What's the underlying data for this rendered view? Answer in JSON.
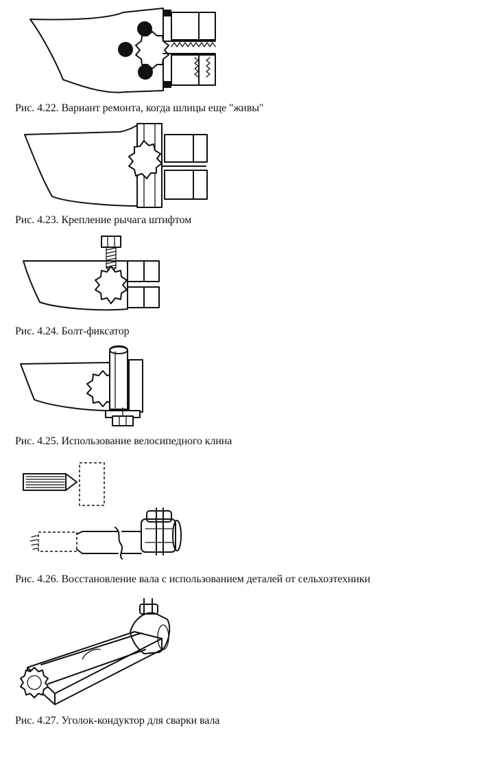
{
  "figures": [
    {
      "id": "4.22",
      "caption": "Рис. 4.22. Вариант ремонта, когда шлицы еще \"живы\""
    },
    {
      "id": "4.23",
      "caption": "Рис. 4.23. Крепление рычага штифтом"
    },
    {
      "id": "4.24",
      "caption": "Рис. 4.24. Болт-фиксатор"
    },
    {
      "id": "4.25",
      "caption": "Рис. 4.25. Использование велосипедного клина"
    },
    {
      "id": "4.26",
      "caption": "Рис. 4.26. Восстановление вала с использованием деталей от сельхозтехники"
    },
    {
      "id": "4.27",
      "caption": "Рис. 4.27. Уголок-кондуктор для сварки вала"
    }
  ]
}
